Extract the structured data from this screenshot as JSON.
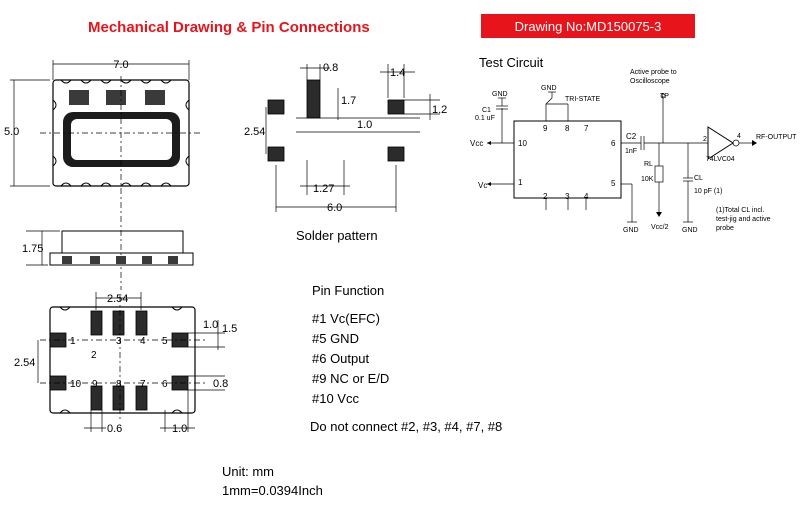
{
  "header": {
    "title": "Mechanical Drawing & Pin Connections",
    "drawing_no": "Drawing No:MD150075-3"
  },
  "top_view": {
    "dim_width": "7.0",
    "dim_height": "5.0"
  },
  "side_view": {
    "dim_height": "1.75"
  },
  "solder_pattern": {
    "caption": "Solder pattern",
    "dim_pad_w": "0.8",
    "dim_pad_spacing": "1.7",
    "dim_pitch_x": "1.27",
    "dim_span": "6.0",
    "dim_pitch_y": "2.54",
    "dim_pad_gap": "1.0",
    "dim_right_w": "1.4",
    "dim_right_h": "1.2"
  },
  "bottom_view": {
    "dim_pitch_top": "2.54",
    "dim_pitch_left": "2.54",
    "dim_1": "1.0",
    "dim_2": "1.5",
    "dim_3": "0.8",
    "dim_4": "0.6",
    "dim_5": "1.0",
    "pins": [
      "1",
      "2",
      "3",
      "4",
      "5",
      "6",
      "7",
      "8",
      "9",
      "10"
    ]
  },
  "pin_function": {
    "title": "Pin Function",
    "items": [
      "#1 Vc(EFC)",
      "#5 GND",
      "#6 Output",
      "#9 NC or E/D",
      "#10 Vcc"
    ],
    "note": "Do not connect #2, #3, #4, #7, #8"
  },
  "test_circuit": {
    "title": "Test Circuit",
    "gnd": "GND",
    "gnd2": "GND",
    "c1": "C1",
    "c1_val": "0.1 uF",
    "tri_state": "TRI-STATE",
    "vcc": "Vcc",
    "vc": "Vc",
    "pin10": "10",
    "pin1": "1",
    "pin9": "9",
    "pin8": "8",
    "pin7": "7",
    "pin6": "6",
    "pin5": "5",
    "pin2": "2",
    "pin3": "3",
    "pin4": "4",
    "c2": "C2",
    "c2_val": "1nF",
    "rl": "RL",
    "rl_val": "10K",
    "vcc2": "Vcc/2",
    "gnd_bottom1": "GND",
    "gnd_bottom2": "GND",
    "cl": "CL",
    "cl_val": "10 pF (1)",
    "probe_note": "Active probe to Oscilloscope",
    "probe_note1": "Active probe to",
    "probe_note2": "Oscilloscope",
    "tp": "TP",
    "buf_in": "2",
    "buf_out": "4",
    "buf_name": "74LVC04",
    "rf_output": "RF-OUTPUT",
    "footnote1": "(1)Total CL incl.",
    "footnote2": "test-jig and active",
    "footnote3": "probe"
  },
  "units": {
    "line1": "Unit: mm",
    "line2": "1mm=0.0394Inch"
  }
}
